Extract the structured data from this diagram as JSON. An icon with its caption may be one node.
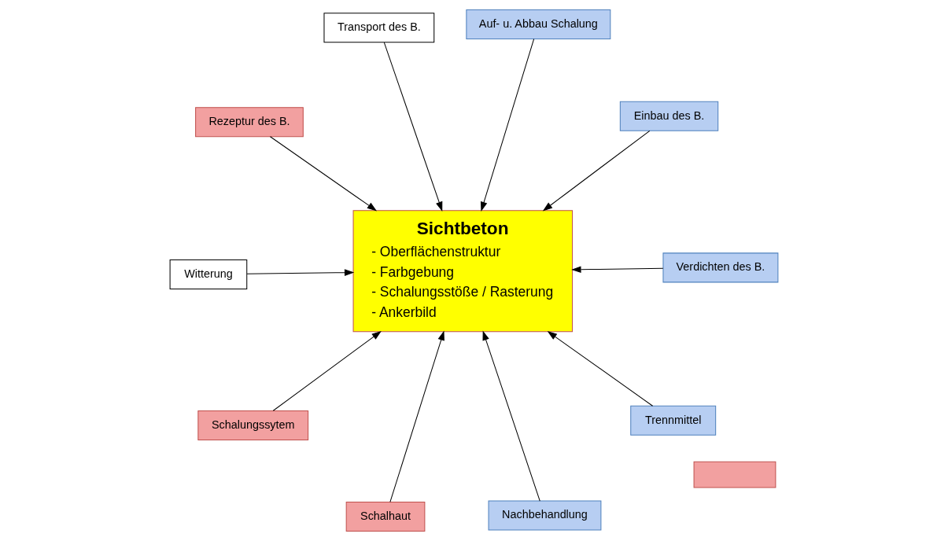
{
  "diagram": {
    "nodes": [
      {
        "text": [
          "Rezeptur des B."
        ]
      },
      {
        "text": [
          "Einbau des B."
        ]
      },
      {
        "text": [
          "Schalhaut"
        ]
      },
      {
        "text": [
          "Transport des B."
        ]
      },
      {
        "text": [
          "Auf- u. Abbau Schalung"
        ]
      },
      {
        "text": [
          "Sichtbeton",
          "- Oberflächenstruktur",
          "- Farbgebung",
          "- Schalungsstöße / Rasterung",
          "- Ankerbild"
        ]
      },
      {
        "text": [
          "Schalungssytem"
        ]
      },
      {
        "text": [
          "Verdichten des B."
        ]
      },
      {
        "text": [
          "Witterung"
        ]
      },
      {
        "text": [
          "Trennmittel"
        ]
      },
      {
        "text": [
          "Nachbehandlung"
        ]
      },
      {
        "text": [],
        "shape": "box"
      }
    ],
    "edges": [
      {
        "from": 0,
        "to": 5,
        "arrow": "to"
      },
      {
        "from": 1,
        "to": 5,
        "arrow": "to"
      },
      {
        "from": 2,
        "to": 5,
        "arrow": "to"
      },
      {
        "from": 3,
        "to": 5,
        "arrow": "to"
      },
      {
        "from": 4,
        "to": 5,
        "arrow": "to"
      },
      {
        "from": 6,
        "to": 5,
        "arrow": "to"
      },
      {
        "from": 7,
        "to": 5,
        "arrow": "to"
      },
      {
        "from": 8,
        "to": 5,
        "arrow": "to"
      },
      {
        "from": 9,
        "to": 5,
        "arrow": "to"
      },
      {
        "from": 10,
        "to": 5,
        "arrow": "to"
      }
    ]
  }
}
